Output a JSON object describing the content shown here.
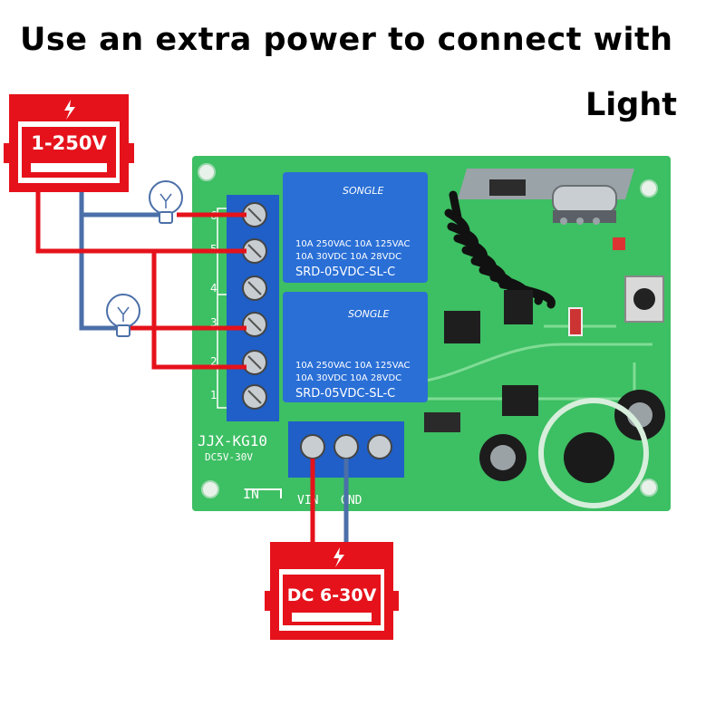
{
  "header": {
    "line1": "Use an extra power to connect with",
    "line2": "Light"
  },
  "power_ac": {
    "label": "1-250V",
    "symbol": "lightning-icon"
  },
  "power_dc": {
    "label": "DC 6-30V",
    "symbol": "lightning-icon"
  },
  "board": {
    "model": "JJX-KG10",
    "voltage": "DC5V-30V",
    "in_label": "IN",
    "vin_label": "VIN",
    "gnd_label": "GND",
    "terminal_numbers": [
      "6",
      "5",
      "4",
      "3",
      "2",
      "1"
    ]
  },
  "relays": [
    {
      "brand": "SONGLE",
      "rating1": "10A 250VAC  10A 125VAC",
      "rating2": "10A 30VDC   10A 28VDC",
      "model": "SRD-05VDC-SL-C"
    },
    {
      "brand": "SONGLE",
      "rating1": "10A 250VAC  10A 125VAC",
      "rating2": "10A 30VDC   10A 28VDC",
      "model": "SRD-05VDC-SL-C"
    }
  ],
  "colors": {
    "pcb": "#3dbf63",
    "terminal": "#1f5fc7",
    "relay": "#2a6fd6",
    "wire_red": "#e5121b",
    "wire_blue": "#4b6fa8",
    "psu": "#e5121b"
  }
}
